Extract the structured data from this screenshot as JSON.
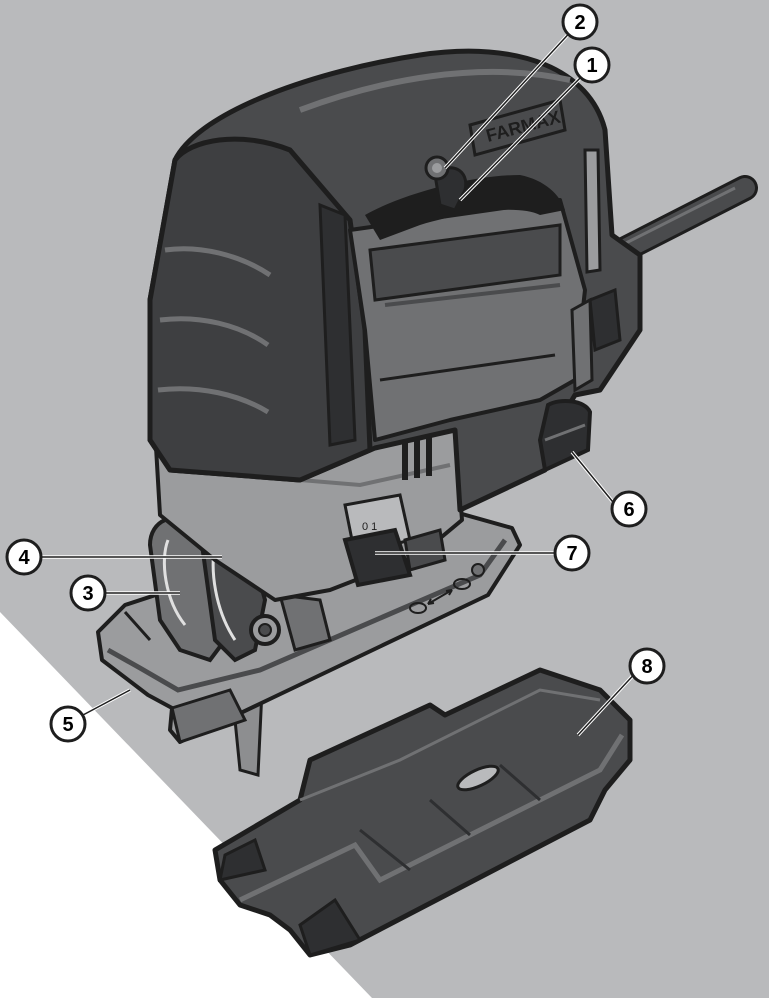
{
  "diagram": {
    "brand_mark": "FARMAX",
    "colors": {
      "background_panel": "#b9babc",
      "body_dark": "#4a4b4d",
      "body_mid": "#707173",
      "body_light": "#9b9c9e",
      "outline": "#1e1e1e",
      "callout_fill": "#ffffff"
    },
    "callouts": [
      {
        "id": "1",
        "label": "1"
      },
      {
        "id": "2",
        "label": "2"
      },
      {
        "id": "3",
        "label": "3"
      },
      {
        "id": "4",
        "label": "4"
      },
      {
        "id": "5",
        "label": "5"
      },
      {
        "id": "6",
        "label": "6"
      },
      {
        "id": "7",
        "label": "7"
      },
      {
        "id": "8",
        "label": "8"
      }
    ]
  }
}
